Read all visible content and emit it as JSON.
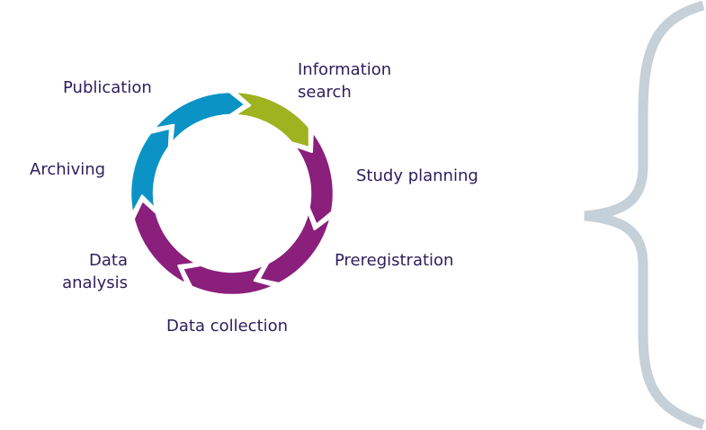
{
  "stages": [
    {
      "label": "Information\nsearch",
      "color": "#9db31f"
    },
    {
      "label": "Study planning",
      "color": "#8a1f7c"
    },
    {
      "label": "Preregistration",
      "color": "#8a1f7c"
    },
    {
      "label": "Data collection",
      "color": "#8a1f7c"
    },
    {
      "label": "Data\nanalysis",
      "color": "#8a1f7c"
    },
    {
      "label": "Archiving",
      "color": "#0b93c5"
    },
    {
      "label": "Publication",
      "color": "#0b93c5"
    }
  ],
  "brace_color": "#c5d0d9",
  "text_color": "#2c1e5c"
}
